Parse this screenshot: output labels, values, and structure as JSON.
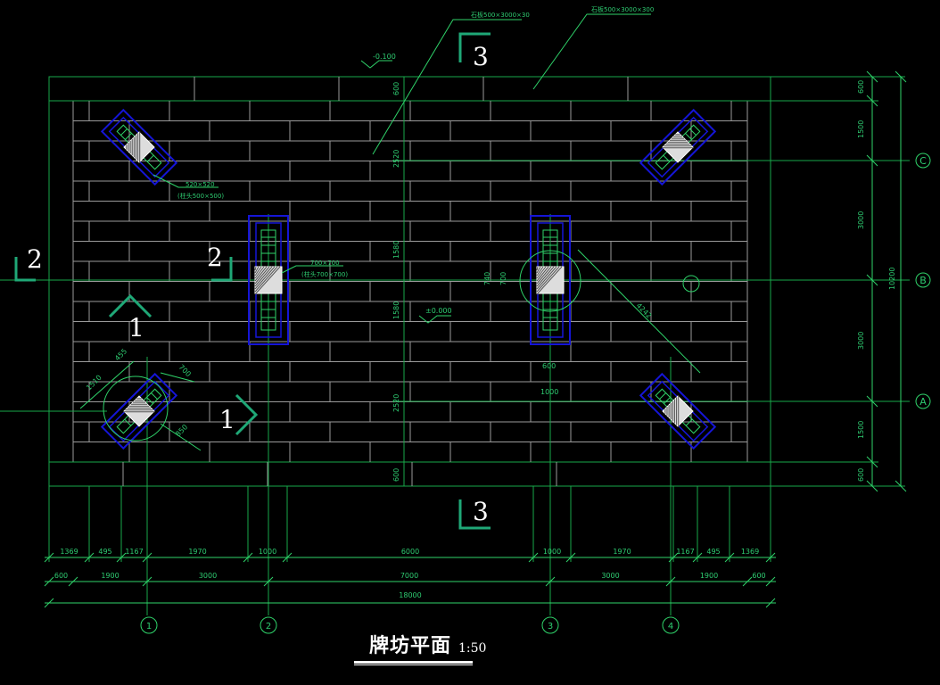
{
  "title": "牌坊平面",
  "scale": "1:50",
  "notes": {
    "top_elev": "-0.100",
    "mid_elev": "±0.000",
    "stone_slab_1": "石板500×3000×30",
    "stone_slab_2": "石板500×3000×300",
    "col_size_a": "520×520",
    "col_size_a2": "(柱头500×500)",
    "col_size_b": "700×700",
    "col_size_b2": "(柱头700×700)",
    "diag": "4242"
  },
  "sections": {
    "s1": "1",
    "s2": "2",
    "s3": "3"
  },
  "axes_rows": [
    "C",
    "B",
    "A"
  ],
  "axes_cols": [
    "1",
    "2",
    "3",
    "4"
  ],
  "dims_bottom_row1": [
    "1369",
    "495",
    "1167",
    "1970",
    "1000",
    "6000",
    "1000",
    "1970",
    "1167",
    "495",
    "1369"
  ],
  "dims_bottom_row2": [
    "600",
    "1900",
    "3000",
    "7000",
    "3000",
    "1900",
    "600"
  ],
  "dims_bottom_total": "18000",
  "dims_right": [
    "600",
    "1500",
    "3000",
    "3000",
    "1500",
    "600"
  ],
  "dims_right_total": "10200",
  "dims_left_mid": [
    "600",
    "2520",
    "1580",
    "1580",
    "2520",
    "600"
  ],
  "dims_misc": [
    "740",
    "700",
    "600",
    "1000",
    "700",
    "455",
    "1510",
    "850"
  ]
}
